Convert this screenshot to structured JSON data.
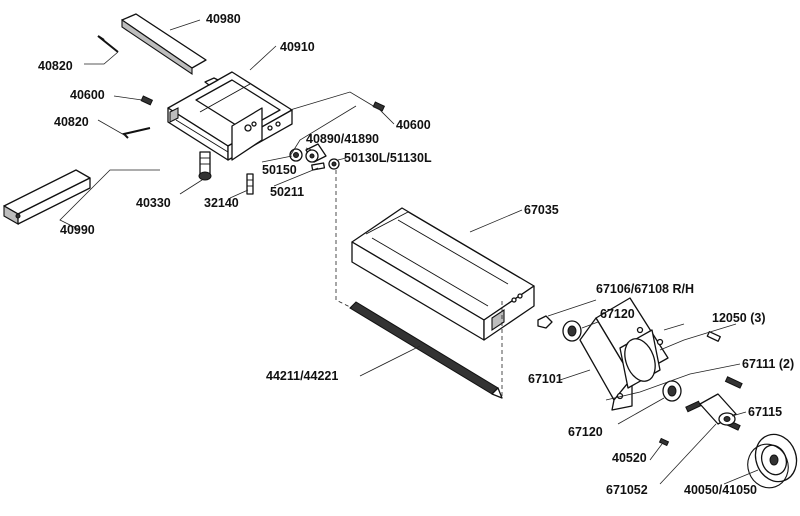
{
  "labels": [
    {
      "id": "p40980",
      "text": "40980"
    },
    {
      "id": "p40820a",
      "text": "40820"
    },
    {
      "id": "p40910",
      "text": "40910"
    },
    {
      "id": "p40600a",
      "text": "40600"
    },
    {
      "id": "p40820b",
      "text": "40820"
    },
    {
      "id": "p40600b",
      "text": "40600"
    },
    {
      "id": "p40890",
      "text": "40890/41890"
    },
    {
      "id": "p50150",
      "text": "50150"
    },
    {
      "id": "p50130",
      "text": "50130L/51130L"
    },
    {
      "id": "p50211",
      "text": "50211"
    },
    {
      "id": "p40330",
      "text": "40330"
    },
    {
      "id": "p32140",
      "text": "32140"
    },
    {
      "id": "p40990",
      "text": "40990"
    },
    {
      "id": "p67035",
      "text": "67035"
    },
    {
      "id": "p67106",
      "text": "67106/67108 R/H"
    },
    {
      "id": "p67120a",
      "text": "67120"
    },
    {
      "id": "p12050",
      "text": "12050 (3)"
    },
    {
      "id": "p67111",
      "text": "67111 (2)"
    },
    {
      "id": "p44211",
      "text": "44211/44221"
    },
    {
      "id": "p67101",
      "text": "67101"
    },
    {
      "id": "p67120b",
      "text": "67120"
    },
    {
      "id": "p67115",
      "text": "67115"
    },
    {
      "id": "p40520",
      "text": "40520"
    },
    {
      "id": "p671052",
      "text": "671052"
    },
    {
      "id": "p40050",
      "text": "40050/41050"
    }
  ]
}
